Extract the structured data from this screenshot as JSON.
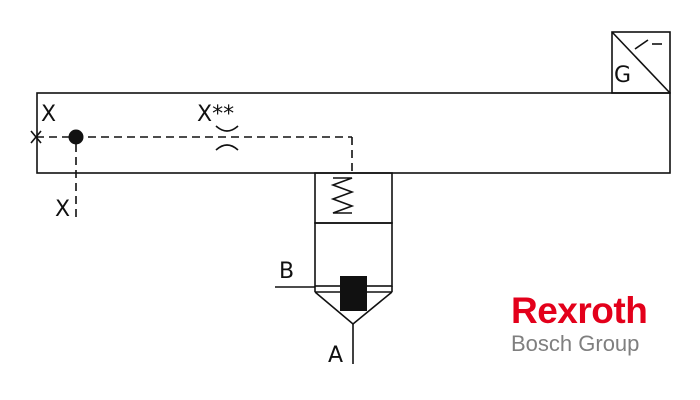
{
  "diagram": {
    "labels": {
      "port_x_left": "X",
      "port_x_bottom": "X",
      "orifice": "X**",
      "port_b": "B",
      "port_a": "A",
      "gauge": "G"
    }
  },
  "branding": {
    "company": "Rexroth",
    "group": "Bosch Group",
    "company_color": "#e3001b",
    "group_color": "#7f7f7f"
  }
}
